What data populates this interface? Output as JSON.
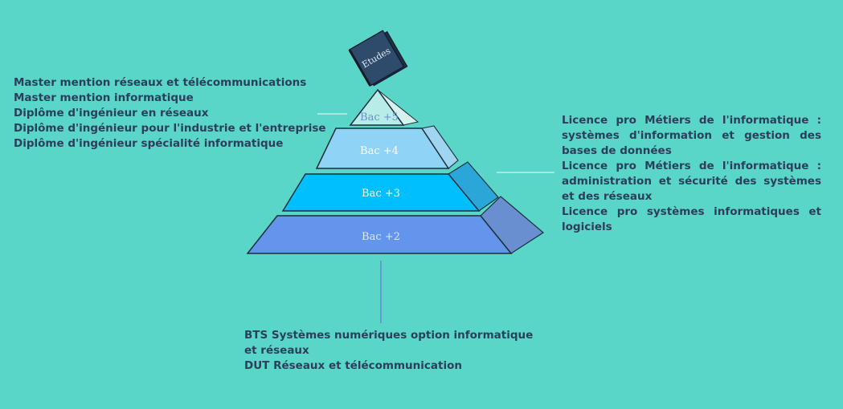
{
  "book": {
    "title": "Etudes"
  },
  "levels": [
    {
      "label": "Bac +5"
    },
    {
      "label": "Bac +4"
    },
    {
      "label": "Bac +3"
    },
    {
      "label": "Bac +2"
    }
  ],
  "left_block": {
    "lines": [
      "Master mention réseaux et télécommunications",
      "Master mention informatique",
      "Diplôme d'ingénieur en réseaux",
      "Diplôme d'ingénieur pour l'industrie et l'entreprise",
      "Diplôme d'ingénieur spécialité informatique"
    ]
  },
  "right_block": {
    "lines": [
      "Licence pro Métiers de l'informatique : systèmes d'information et gestion des bases de données",
      "Licence pro Métiers de l'informatique : administration et sécurité des systèmes et des réseaux",
      "Licence pro systèmes informatiques et logiciels"
    ]
  },
  "bottom_block": {
    "lines": [
      "BTS Systèmes numériques option informatique et réseaux",
      "DUT Réseaux et télécommunication"
    ]
  },
  "colors": {
    "background": "#5ad6c8",
    "text": "#2b3f5c",
    "level5": "#b7ece8",
    "level4": "#8fd3f7",
    "level3": "#00bfff",
    "level2": "#6495ed",
    "book": "#2f4b6b"
  }
}
